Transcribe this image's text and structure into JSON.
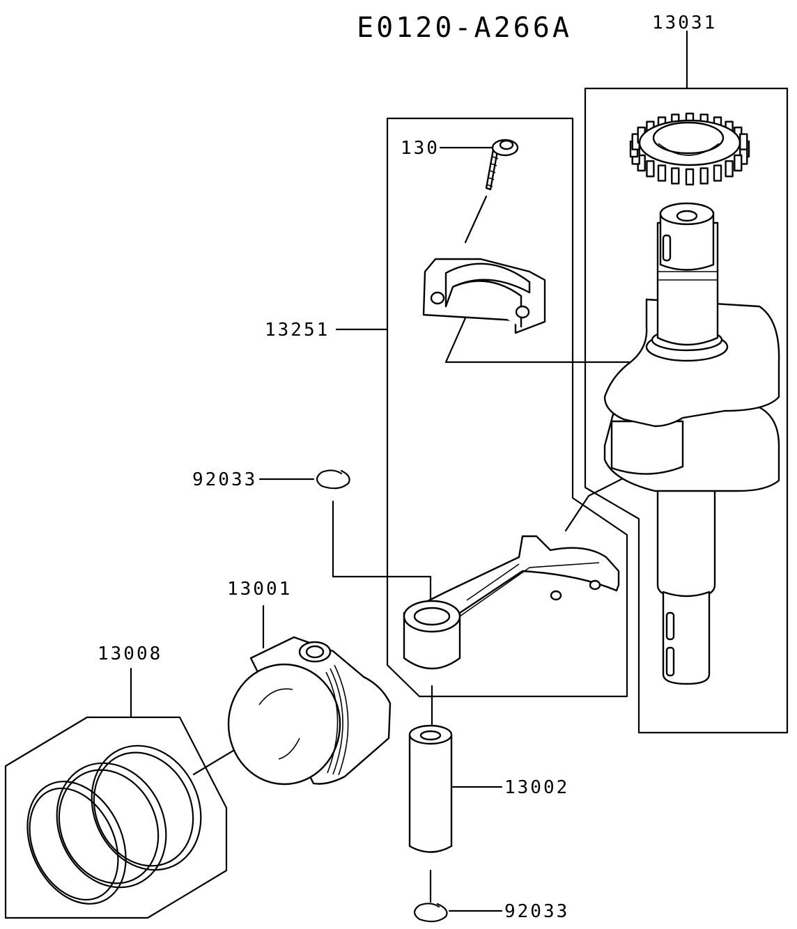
{
  "diagram": {
    "code": "E0120-A266A",
    "parts": {
      "crankshaft": "13031",
      "bolt": "130",
      "connecting_rod": "13251",
      "circlip_upper": "92033",
      "piston": "13001",
      "piston_rings": "13008",
      "piston_pin": "13002",
      "circlip_lower": "92033"
    }
  }
}
